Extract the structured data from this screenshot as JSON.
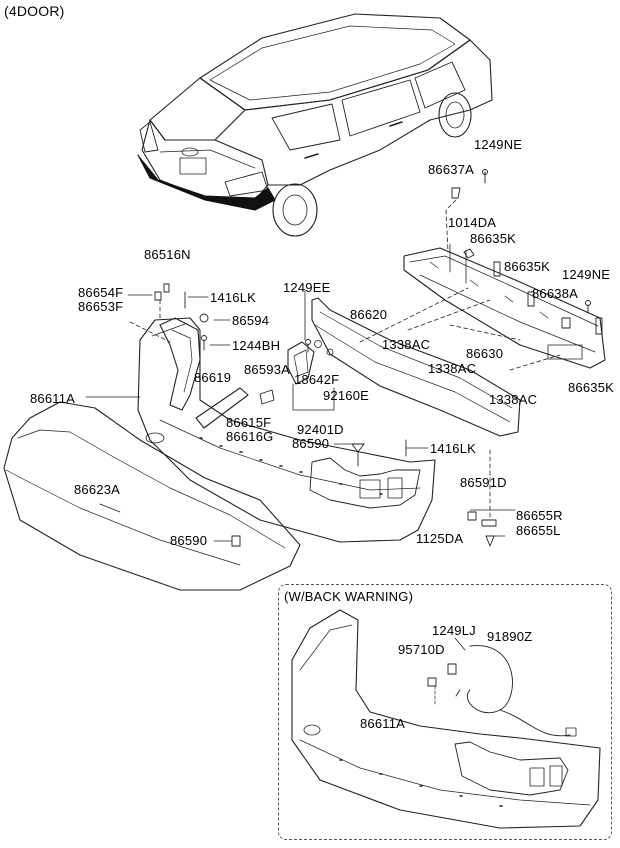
{
  "header": "(4DOOR)",
  "inset_title": "(W/BACK WARNING)",
  "parts": {
    "p1249NE_a": "1249NE",
    "p86637A": "86637A",
    "p1014DA": "1014DA",
    "p86635K_a": "86635K",
    "p86635K_b": "86635K",
    "p1249NE_b": "1249NE",
    "p86638A": "86638A",
    "p86635K_c": "86635K",
    "p86516N": "86516N",
    "p86654F": "86654F",
    "p86653F": "86653F",
    "p1416LK_a": "1416LK",
    "p86594": "86594",
    "p1244BH": "1244BH",
    "p1249EE": "1249EE",
    "p86620": "86620",
    "p1338AC_a": "1338AC",
    "p86630": "86630",
    "p1338AC_b": "1338AC",
    "p1338AC_c": "1338AC",
    "p86619": "86619",
    "p86593A": "86593A",
    "p18642F": "18642F",
    "p92160E": "92160E",
    "p86611A": "86611A",
    "p86615F": "86615F",
    "p86616G": "86616G",
    "p92401D": "92401D",
    "p86590_a": "86590",
    "p1416LK_b": "1416LK",
    "p86623A": "86623A",
    "p86591D": "86591D",
    "p86655R": "86655R",
    "p86655L": "86655L",
    "p1125DA": "1125DA",
    "p86590_b": "86590",
    "p1249LJ": "1249LJ",
    "p91890Z": "91890Z",
    "p95710D": "95710D",
    "p86611A_inset": "86611A"
  }
}
